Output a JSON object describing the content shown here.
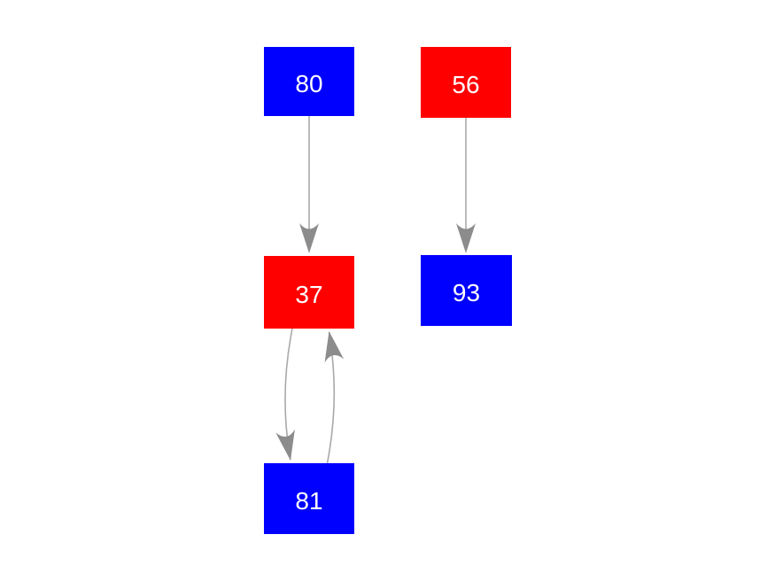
{
  "diagram": {
    "background_color": "#ffffff",
    "edge_color": "#a9a9a9",
    "arrow_color": "#8c8c8c",
    "node_text_color": "#ffffff",
    "node_colors": {
      "blue": "#0000ff",
      "red": "#ff0000"
    },
    "nodes": [
      {
        "id": "80",
        "label": "80",
        "color": "#0000ff"
      },
      {
        "id": "56",
        "label": "56",
        "color": "#ff0000"
      },
      {
        "id": "37",
        "label": "37",
        "color": "#ff0000"
      },
      {
        "id": "93",
        "label": "93",
        "color": "#0000ff"
      },
      {
        "id": "81",
        "label": "81",
        "color": "#0000ff"
      }
    ],
    "edges": [
      {
        "from": "80",
        "to": "37",
        "style": "straight-down"
      },
      {
        "from": "56",
        "to": "93",
        "style": "straight-down"
      },
      {
        "from": "37",
        "to": "81",
        "style": "curved-left"
      },
      {
        "from": "81",
        "to": "37",
        "style": "curved-right"
      }
    ]
  }
}
